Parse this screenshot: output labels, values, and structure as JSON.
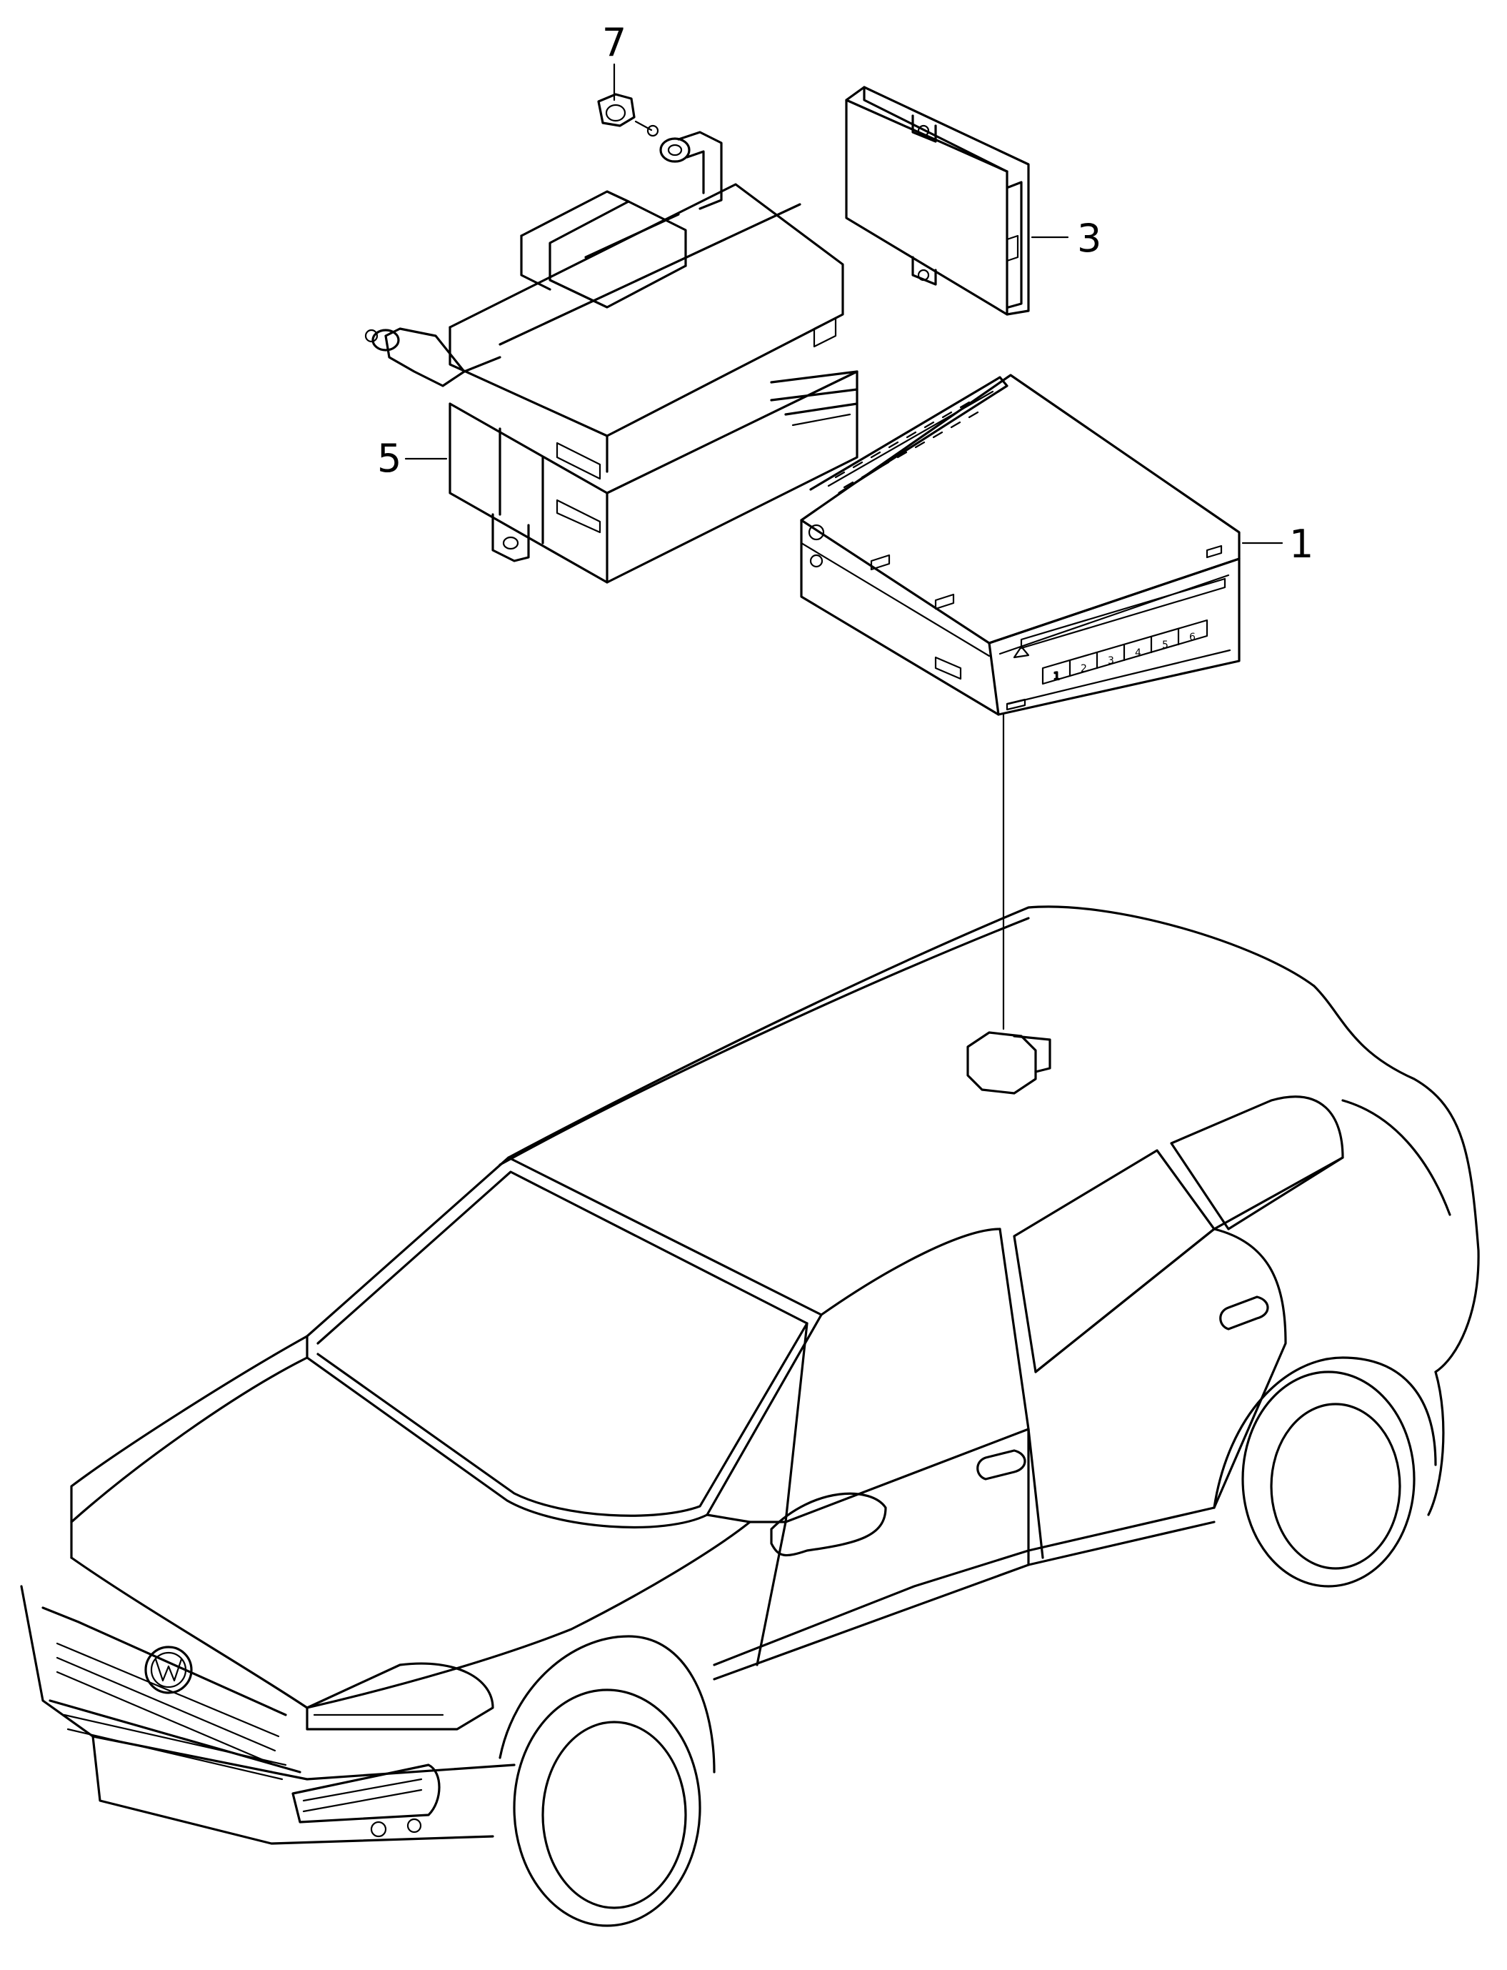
{
  "callouts": [
    {
      "id": "c7",
      "label": "7"
    },
    {
      "id": "c3",
      "label": "3"
    },
    {
      "id": "c5",
      "label": "5"
    },
    {
      "id": "c1",
      "label": "1"
    }
  ],
  "radio_unit": {
    "preset_buttons": [
      "1",
      "2",
      "3",
      "4",
      "5",
      "6"
    ]
  }
}
